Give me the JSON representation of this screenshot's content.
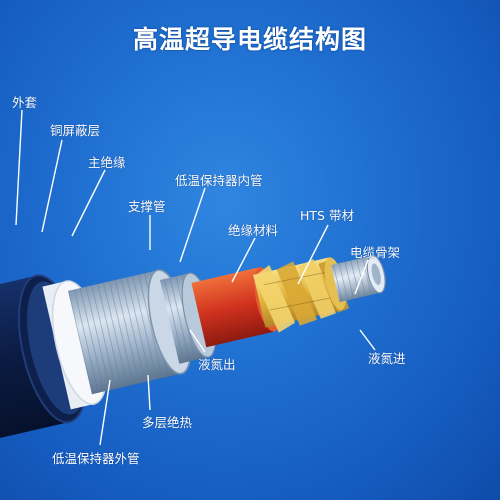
{
  "title": "高温超导电缆结构图",
  "labels": {
    "outer_sheath": "外套",
    "copper_shield": "铜屏蔽层",
    "main_insulation": "主绝缘",
    "support_tube": "支撑管",
    "cryostat_inner_tube": "低温保持器内管",
    "insulation_material": "绝缘材料",
    "hts_tape": "HTS 带材",
    "cable_former": "电缆骨架",
    "ln2_out": "液氮出",
    "ln2_in": "液氮进",
    "multilayer_insulation": "多层绝热",
    "cryostat_outer_tube": "低温保持器外管"
  },
  "colors": {
    "background": "#1f6fd0",
    "outer_sheath": "#0d1f4a",
    "main_insulation": "#f4f6fa",
    "cryostat": "#a9bfd6",
    "insulation_material": "#d8432a",
    "hts_tape": "#e8c04a",
    "cable_former": "#b5c7d8",
    "leader_lines": "#ffffff"
  }
}
